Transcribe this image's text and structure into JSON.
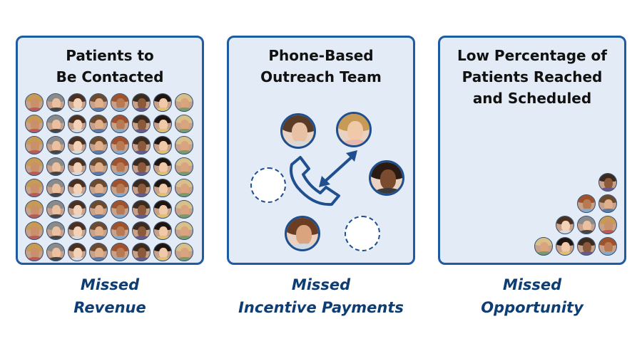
{
  "panels": [
    {
      "title": "Patients to\nBe Contacted",
      "caption": "Missed\nRevenue"
    },
    {
      "title": "Phone-Based\nOutreach Team",
      "caption": "Missed\nIncentive Payments"
    },
    {
      "title": "Low Percentage of\nPatients Reached\nand Scheduled",
      "caption": "Missed\nOpportunity"
    }
  ],
  "colors": {
    "panel_fill": "#e2ebf6",
    "panel_border": "#1f5ba3",
    "caption_text": "#0d3d73",
    "icon_stroke": "#1f4f8f"
  },
  "icons": {
    "patient": "patient-photo-icon",
    "team_member": "team-member-photo-icon",
    "phone": "phone-icon",
    "arrow": "double-arrow-icon",
    "empty_slot": "empty-slot-icon"
  },
  "counts": {
    "patients_to_contact": 64,
    "team_members": 4,
    "empty_team_slots": 2,
    "patients_reached": 10
  }
}
